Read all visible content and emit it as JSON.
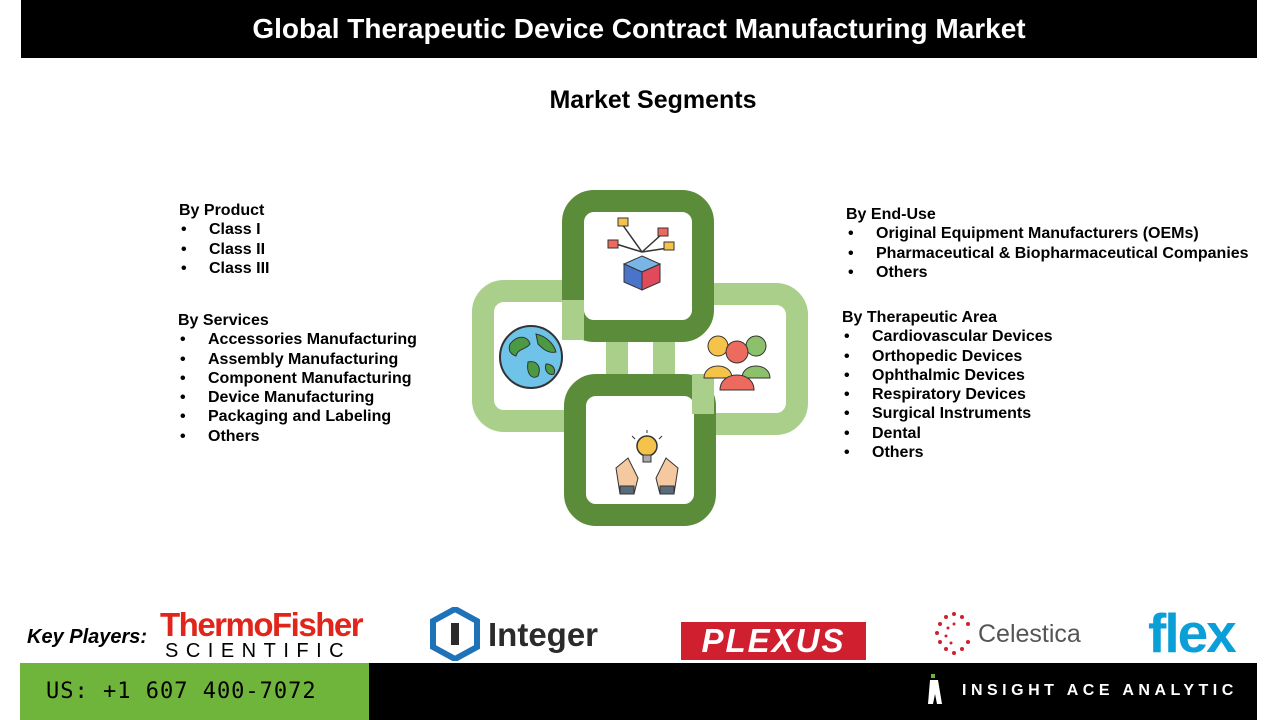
{
  "header": {
    "title": "Global Therapeutic Device Contract Manufacturing Market"
  },
  "subtitle": "Market Segments",
  "segments": {
    "product": {
      "heading": "By Product",
      "items": [
        "Class I",
        "Class II",
        "Class III"
      ]
    },
    "services": {
      "heading": "By Services",
      "items": [
        "Accessories Manufacturing",
        "Assembly Manufacturing",
        "Component Manufacturing",
        "Device Manufacturing",
        "Packaging and Labeling",
        "Others"
      ]
    },
    "end_use": {
      "heading": "By  End-Use",
      "items": [
        "Original Equipment Manufacturers (OEMs)",
        "Pharmaceutical & Biopharmaceutical Companies",
        "Others"
      ]
    },
    "therapeutic_area": {
      "heading": "By Therapeutic Area",
      "items": [
        "Cardiovascular Devices",
        "Orthopedic Devices",
        "Ophthalmic Devices",
        "Respiratory Devices",
        "Surgical Instruments",
        "Dental",
        "Others"
      ]
    }
  },
  "diagram": {
    "icons": [
      "blockchain-cube-icon",
      "globe-icon",
      "people-group-icon",
      "idea-hands-icon"
    ],
    "colors": {
      "dark": "#5b8c3a",
      "light": "#a9cf8a"
    }
  },
  "key_players": {
    "label": "Key Players:",
    "thermo_fisher": {
      "top": "ThermoFisher",
      "bottom": "SCIENTIFIC"
    },
    "integer": "Integer",
    "plexus": "PLEXUS",
    "celestica": "Celestica",
    "flex": "flex"
  },
  "footer": {
    "phone": "US: +1 607 400-7072",
    "brand": "INSIGHT ACE ANALYTIC"
  },
  "colors": {
    "green": "#6fb53c",
    "thermo_red": "#e1251b",
    "plexus_red": "#d01f2e",
    "flex_blue": "#0b9fd8"
  }
}
